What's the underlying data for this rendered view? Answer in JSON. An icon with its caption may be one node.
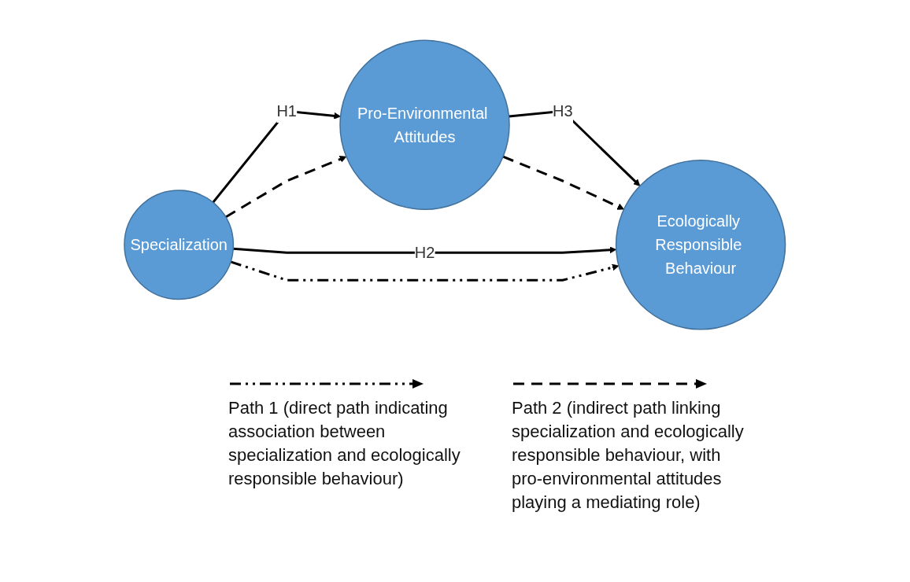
{
  "diagram": {
    "nodes": [
      {
        "text": [
          "Specialization"
        ]
      },
      {
        "text": [
          "Pro-Environmental Attitudes"
        ]
      },
      {
        "text": [
          "Ecologically Responsible Behaviour"
        ]
      }
    ],
    "edges": [
      {
        "from": 0,
        "to": 1,
        "arrow": "to",
        "label": "H1"
      },
      {
        "from": 0,
        "to": 1,
        "arrow": "to",
        "style": "dashed"
      },
      {
        "from": 1,
        "to": 2,
        "arrow": "to",
        "label": "H3"
      },
      {
        "from": 1,
        "to": 2,
        "arrow": "to",
        "style": "dashed"
      },
      {
        "from": 0,
        "to": 2,
        "arrow": "to",
        "label": "H2"
      },
      {
        "from": 0,
        "to": 2,
        "arrow": "to",
        "style": "dashed"
      }
    ],
    "legend": [
      {
        "text": "Path 1 (direct path indicating association between specialization and ecologically responsible behaviour)"
      },
      {
        "text": "Path 2 (indirect path linking specialization and ecologically responsible behaviour, with pro-environmental attitudes playing a mediating role)"
      }
    ]
  }
}
